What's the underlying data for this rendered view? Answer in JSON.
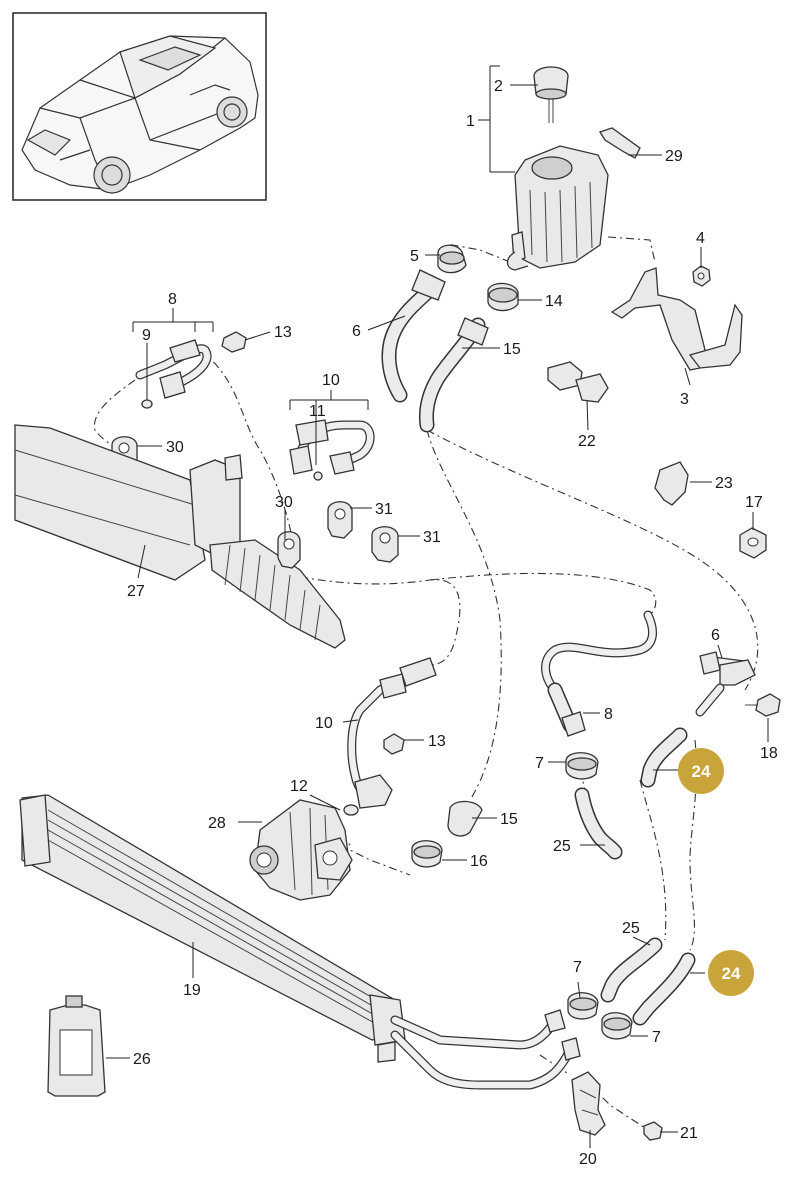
{
  "labels": {
    "l1": "1",
    "l2": "2",
    "l29": "29",
    "l4": "4",
    "l5": "5",
    "l14": "14",
    "l6a": "6",
    "l15a": "15",
    "l8a": "8",
    "l9": "9",
    "l13a": "13",
    "l3": "3",
    "l22": "22",
    "l10a": "10",
    "l11": "11",
    "l30a": "30",
    "l23": "23",
    "l17": "17",
    "l30b": "30",
    "l31a": "31",
    "l31b": "31",
    "l27": "27",
    "l6b": "6",
    "l8b": "8",
    "l18": "18",
    "l10b": "10",
    "l13b": "13",
    "l7a": "7",
    "l24a": "24",
    "l12": "12",
    "l28": "28",
    "l15b": "15",
    "l16": "16",
    "l25a": "25",
    "l19": "19",
    "l25b": "25",
    "l7b": "7",
    "l24b": "24",
    "l7c": "7",
    "l26": "26",
    "l21": "21",
    "l20": "20"
  },
  "highlight_color": "#c9a43a"
}
